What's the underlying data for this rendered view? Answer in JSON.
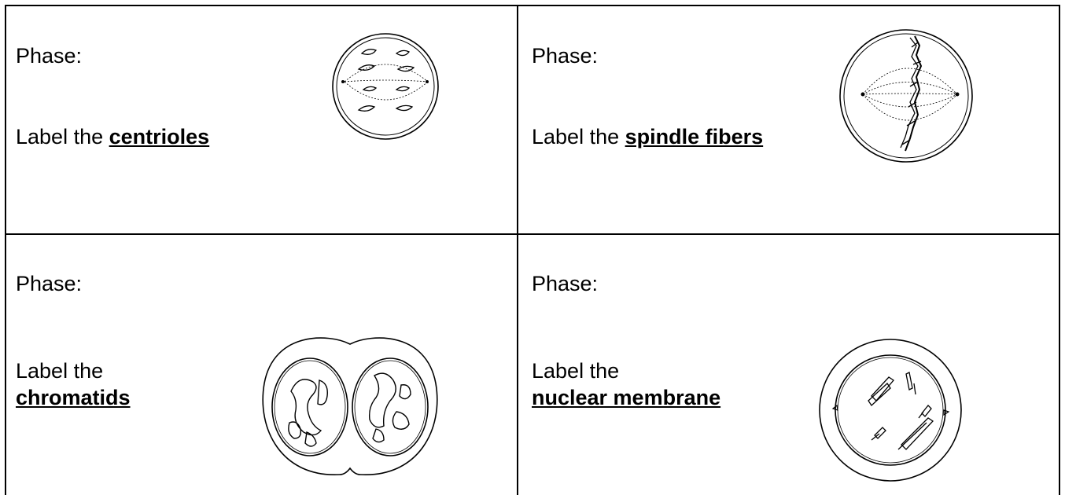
{
  "worksheet": {
    "cells": [
      {
        "phase_label": "Phase:",
        "instruction": "Label the",
        "term": "centrioles"
      },
      {
        "phase_label": "Phase:",
        "instruction": "Label the",
        "term": "spindle fibers"
      },
      {
        "phase_label": "Phase:",
        "instruction": "Label the",
        "term": "chromatids"
      },
      {
        "phase_label": "Phase:",
        "instruction": "Label the",
        "term": "nuclear membrane"
      }
    ]
  }
}
